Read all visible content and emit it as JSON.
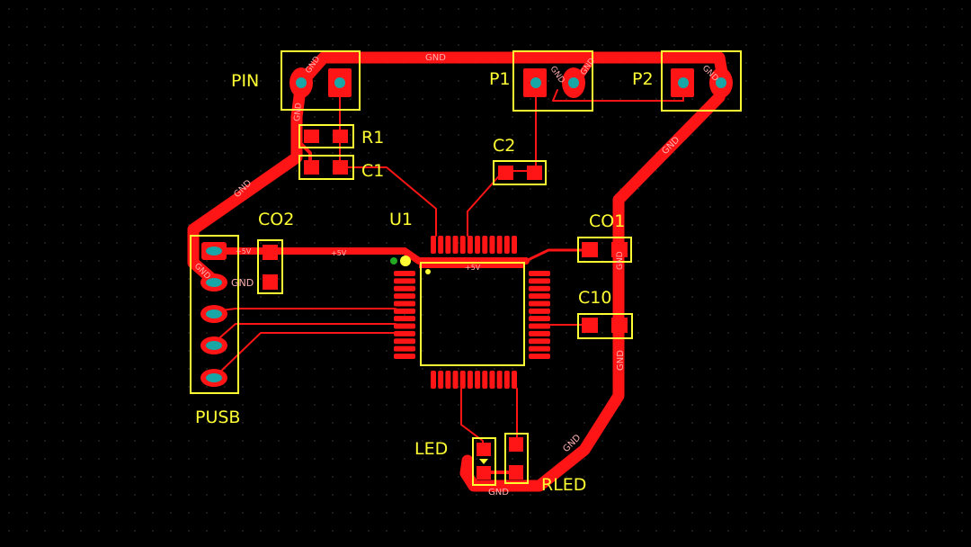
{
  "board": {
    "background": "#000000",
    "grid_color": "#2a2a2a",
    "copper_color": "#ff1515",
    "silkscreen_color": "#ffff33",
    "drill_color": "#19a6a6"
  },
  "components": {
    "pin": "PIN",
    "p1": "P1",
    "p2": "P2",
    "r1": "R1",
    "c1": "C1",
    "c2": "C2",
    "u1": "U1",
    "co2": "CO2",
    "co1": "CO1",
    "c10": "C10",
    "pusb": "PUSB",
    "led": "LED",
    "rled": "RLED"
  },
  "nets": {
    "gnd": "GND",
    "plus5v": "+5V"
  }
}
